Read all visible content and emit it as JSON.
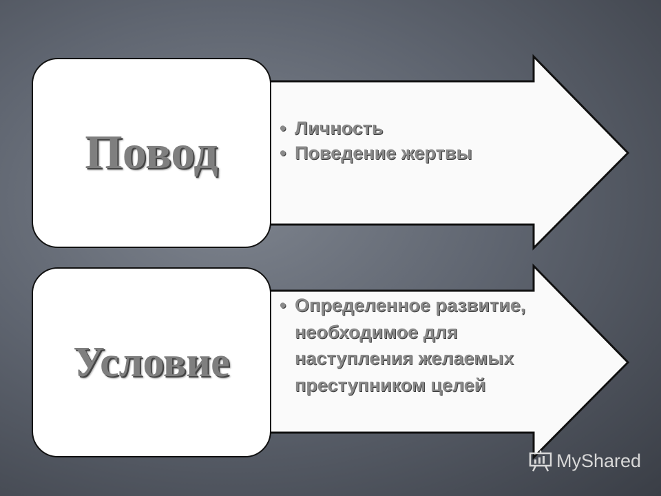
{
  "blocks": [
    {
      "title": "Повод",
      "items": [
        "Личность",
        "Поведение жертвы"
      ]
    },
    {
      "title": "Условие",
      "items": [
        "Определенное развитие, необходимое для наступления желаемых преступником целей"
      ]
    }
  ],
  "watermark": {
    "text": "MyShared"
  }
}
